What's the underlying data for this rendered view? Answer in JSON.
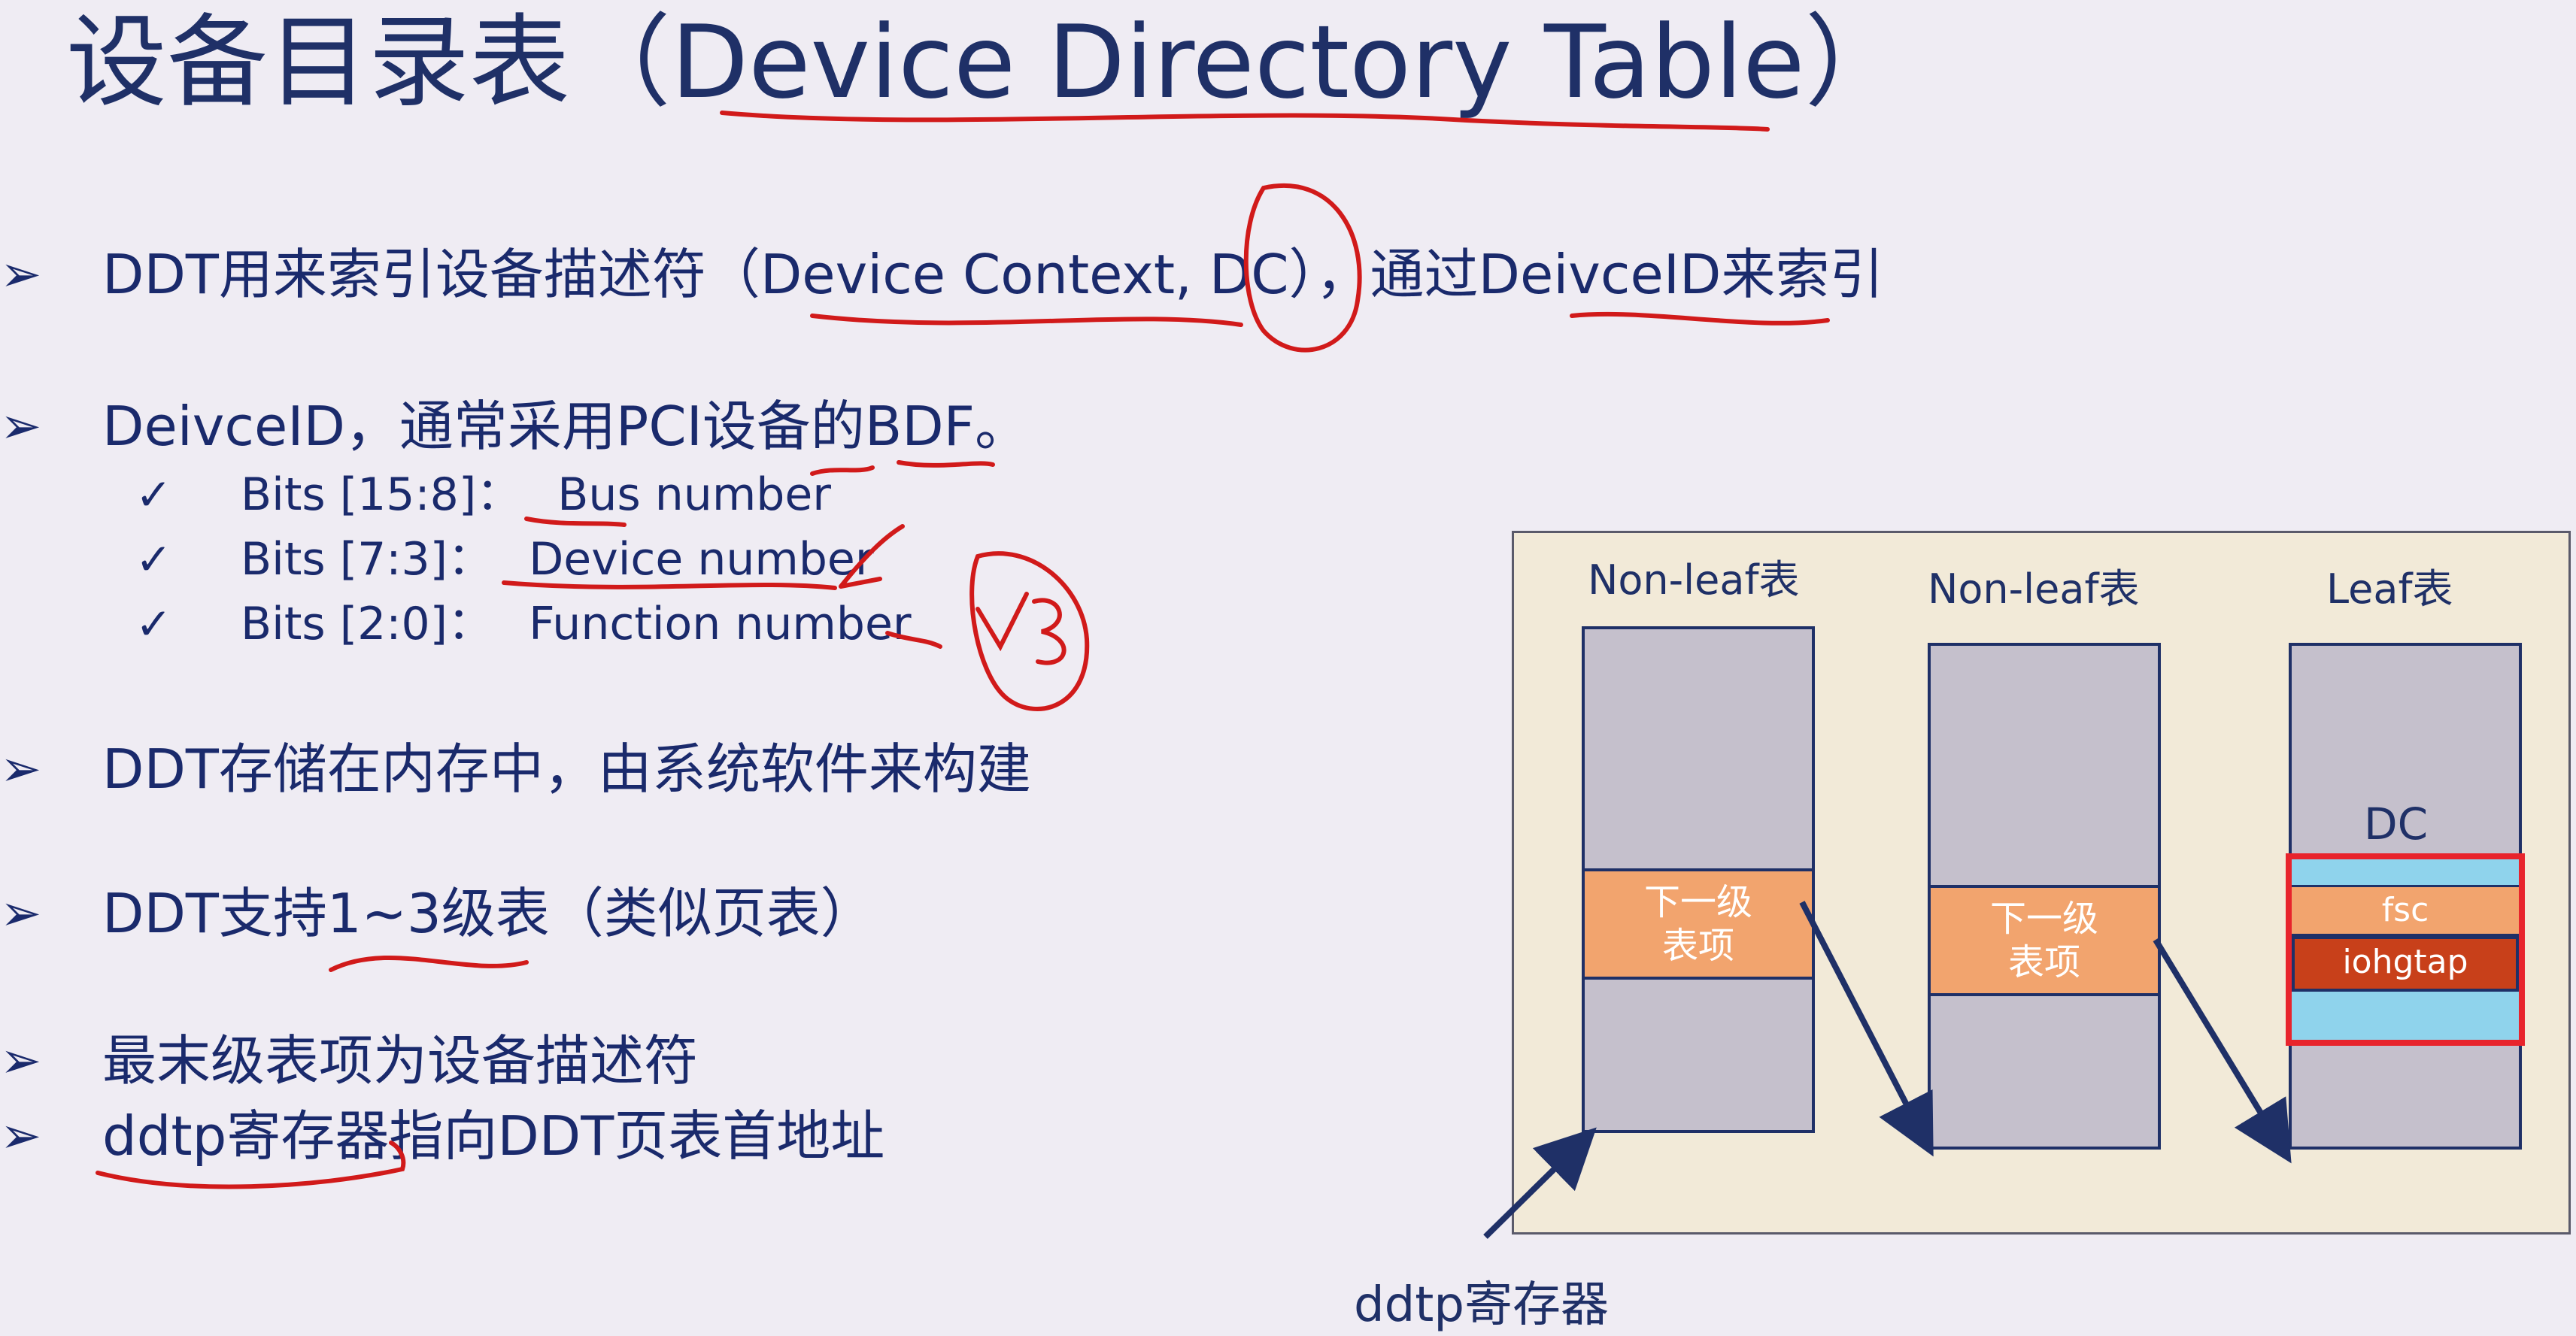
{
  "title": "设备目录表（Device Directory Table）",
  "bullets": [
    {
      "marker": "➢",
      "text": "DDT用来索引设备描述符（Device Context, DC），通过DeivceID来索引"
    },
    {
      "marker": "➢",
      "text": "DeivceID，通常采用PCI设备的BDF。"
    },
    {
      "marker": "➢",
      "text": "DDT存储在内存中，由系统软件来构建"
    },
    {
      "marker": "➢",
      "text": "DDT支持1~3级表（类似页表）"
    },
    {
      "marker": "➢",
      "text": "最末级表项为设备描述符"
    },
    {
      "marker": "➢",
      "text": "ddtp寄存器指向DDT页表首地址"
    }
  ],
  "bdf_fields": [
    {
      "check": "✓",
      "bits": "Bits [15:8]：",
      "name": "Bus number"
    },
    {
      "check": "✓",
      "bits": "Bits [7:3]：",
      "name": "Device number"
    },
    {
      "check": "✓",
      "bits": "Bits [2:0]：",
      "name": "Function number"
    }
  ],
  "diagram": {
    "tables": [
      {
        "label": "Non-leaf表",
        "entry_line1": "下一级",
        "entry_line2": "表项"
      },
      {
        "label": "Non-leaf表",
        "entry_line1": "下一级",
        "entry_line2": "表项"
      },
      {
        "label": "Leaf表"
      }
    ],
    "dc_label": "DC",
    "dc_fields": [
      "fsc",
      "iohgtap"
    ],
    "register_label": "ddtp寄存器"
  },
  "colors": {
    "text": "#1a2a6c",
    "entry": "#f2a46e",
    "highlight_box": "#e8242c",
    "dc_stripe": "#8fd3ec",
    "iohgtap": "#c8401a",
    "annotation_ink": "#d11a1a"
  }
}
